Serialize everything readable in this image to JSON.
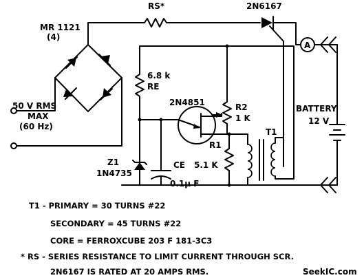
{
  "labels": {
    "rs": "RS*",
    "scr": "2N6167",
    "bridge_name": "MR 1121",
    "bridge_qty": "(4)",
    "re_value": "6.8 k",
    "re_name": "RE",
    "ujt": "2N4851",
    "r2_name": "R2",
    "r2_value": "1 K",
    "ac_voltage": "50 V RMS",
    "ac_max": "MAX",
    "ac_freq": "(60 Hz)",
    "battery": "BATTERY",
    "battery_voltage": "12 V",
    "t1": "T1",
    "r1_name": "R1",
    "r1_value": "5.1 K",
    "ce_name": "CE",
    "ce_value": "0.1μ F",
    "z1_name": "Z1",
    "z1_part": "1N4735",
    "ammeter": "A"
  },
  "notes": [
    "T1 - PRIMARY = 30 TURNS #22",
    "SECONDARY = 45 TURNS #22",
    "CORE = FERROXCUBE 203 F 181-3C3",
    "* RS - SERIES RESISTANCE TO LIMIT CURRENT THROUGH SCR.",
    "2N6167 IS RATED AT 20 AMPS RMS."
  ],
  "watermark": "SeekIC.com"
}
